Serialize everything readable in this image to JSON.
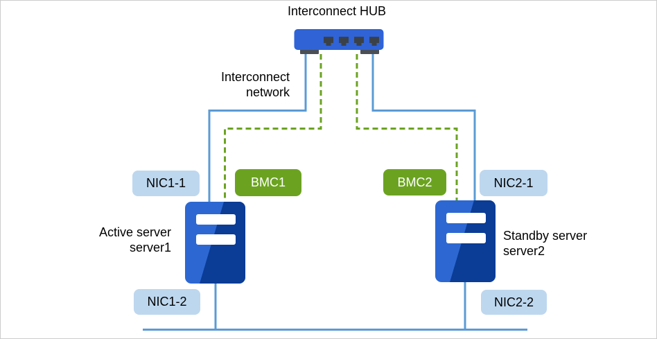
{
  "title": "Interconnect HUB",
  "network_label": "Interconnect network",
  "node_labels": {
    "nic1_1": "NIC1-1",
    "bmc1": "BMC1",
    "bmc2": "BMC2",
    "nic2_1": "NIC2-1",
    "nic1_2": "NIC1-2",
    "nic2_2": "NIC2-2"
  },
  "servers": [
    {
      "role": "Active server",
      "name": "server1"
    },
    {
      "role": "Standby server",
      "name": "server2"
    }
  ],
  "colors": {
    "line_blue": "#5b9bd5",
    "line_green": "#6ba321",
    "nic_bg": "#bdd7ee",
    "bmc_bg": "#6ba321",
    "hub_blue": "#2f63d6",
    "server_light": "#2d68d2",
    "server_dark": "#0b3c96",
    "port_dark": "#3b4148",
    "foot_gray": "#4a4f55",
    "text": "#000000",
    "canvas_border": "#cccccc"
  }
}
